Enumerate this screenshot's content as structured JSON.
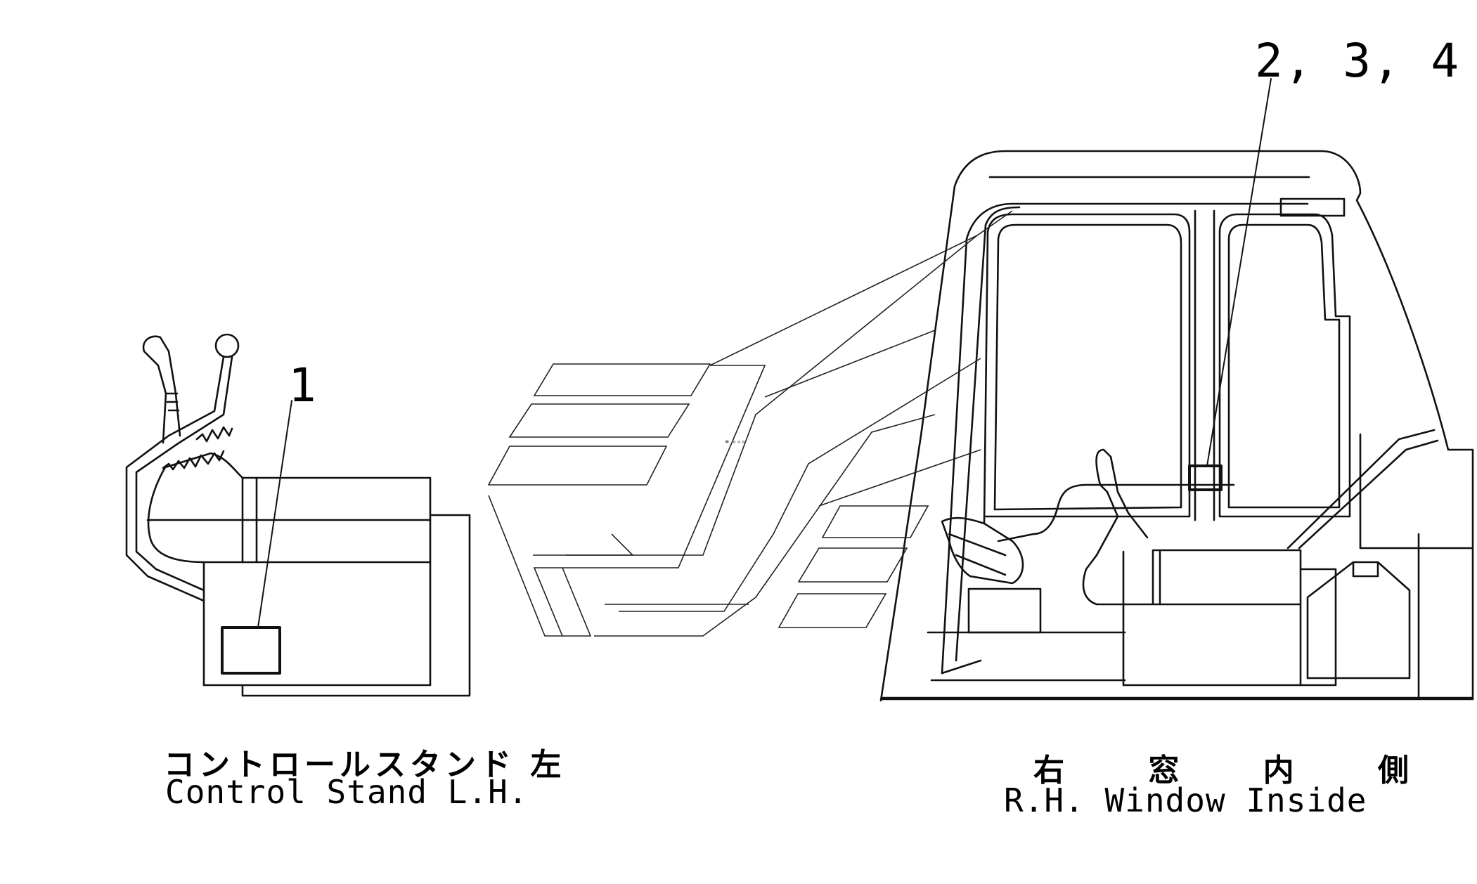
{
  "left_view": {
    "callout": "1",
    "caption_jp": "コントロールスタンド 左",
    "caption_en": "Control Stand L.H."
  },
  "right_view": {
    "callout": "2, 3, 4",
    "caption_jp": "右 窓 内 側",
    "caption_en": "R.H. Window Inside"
  }
}
